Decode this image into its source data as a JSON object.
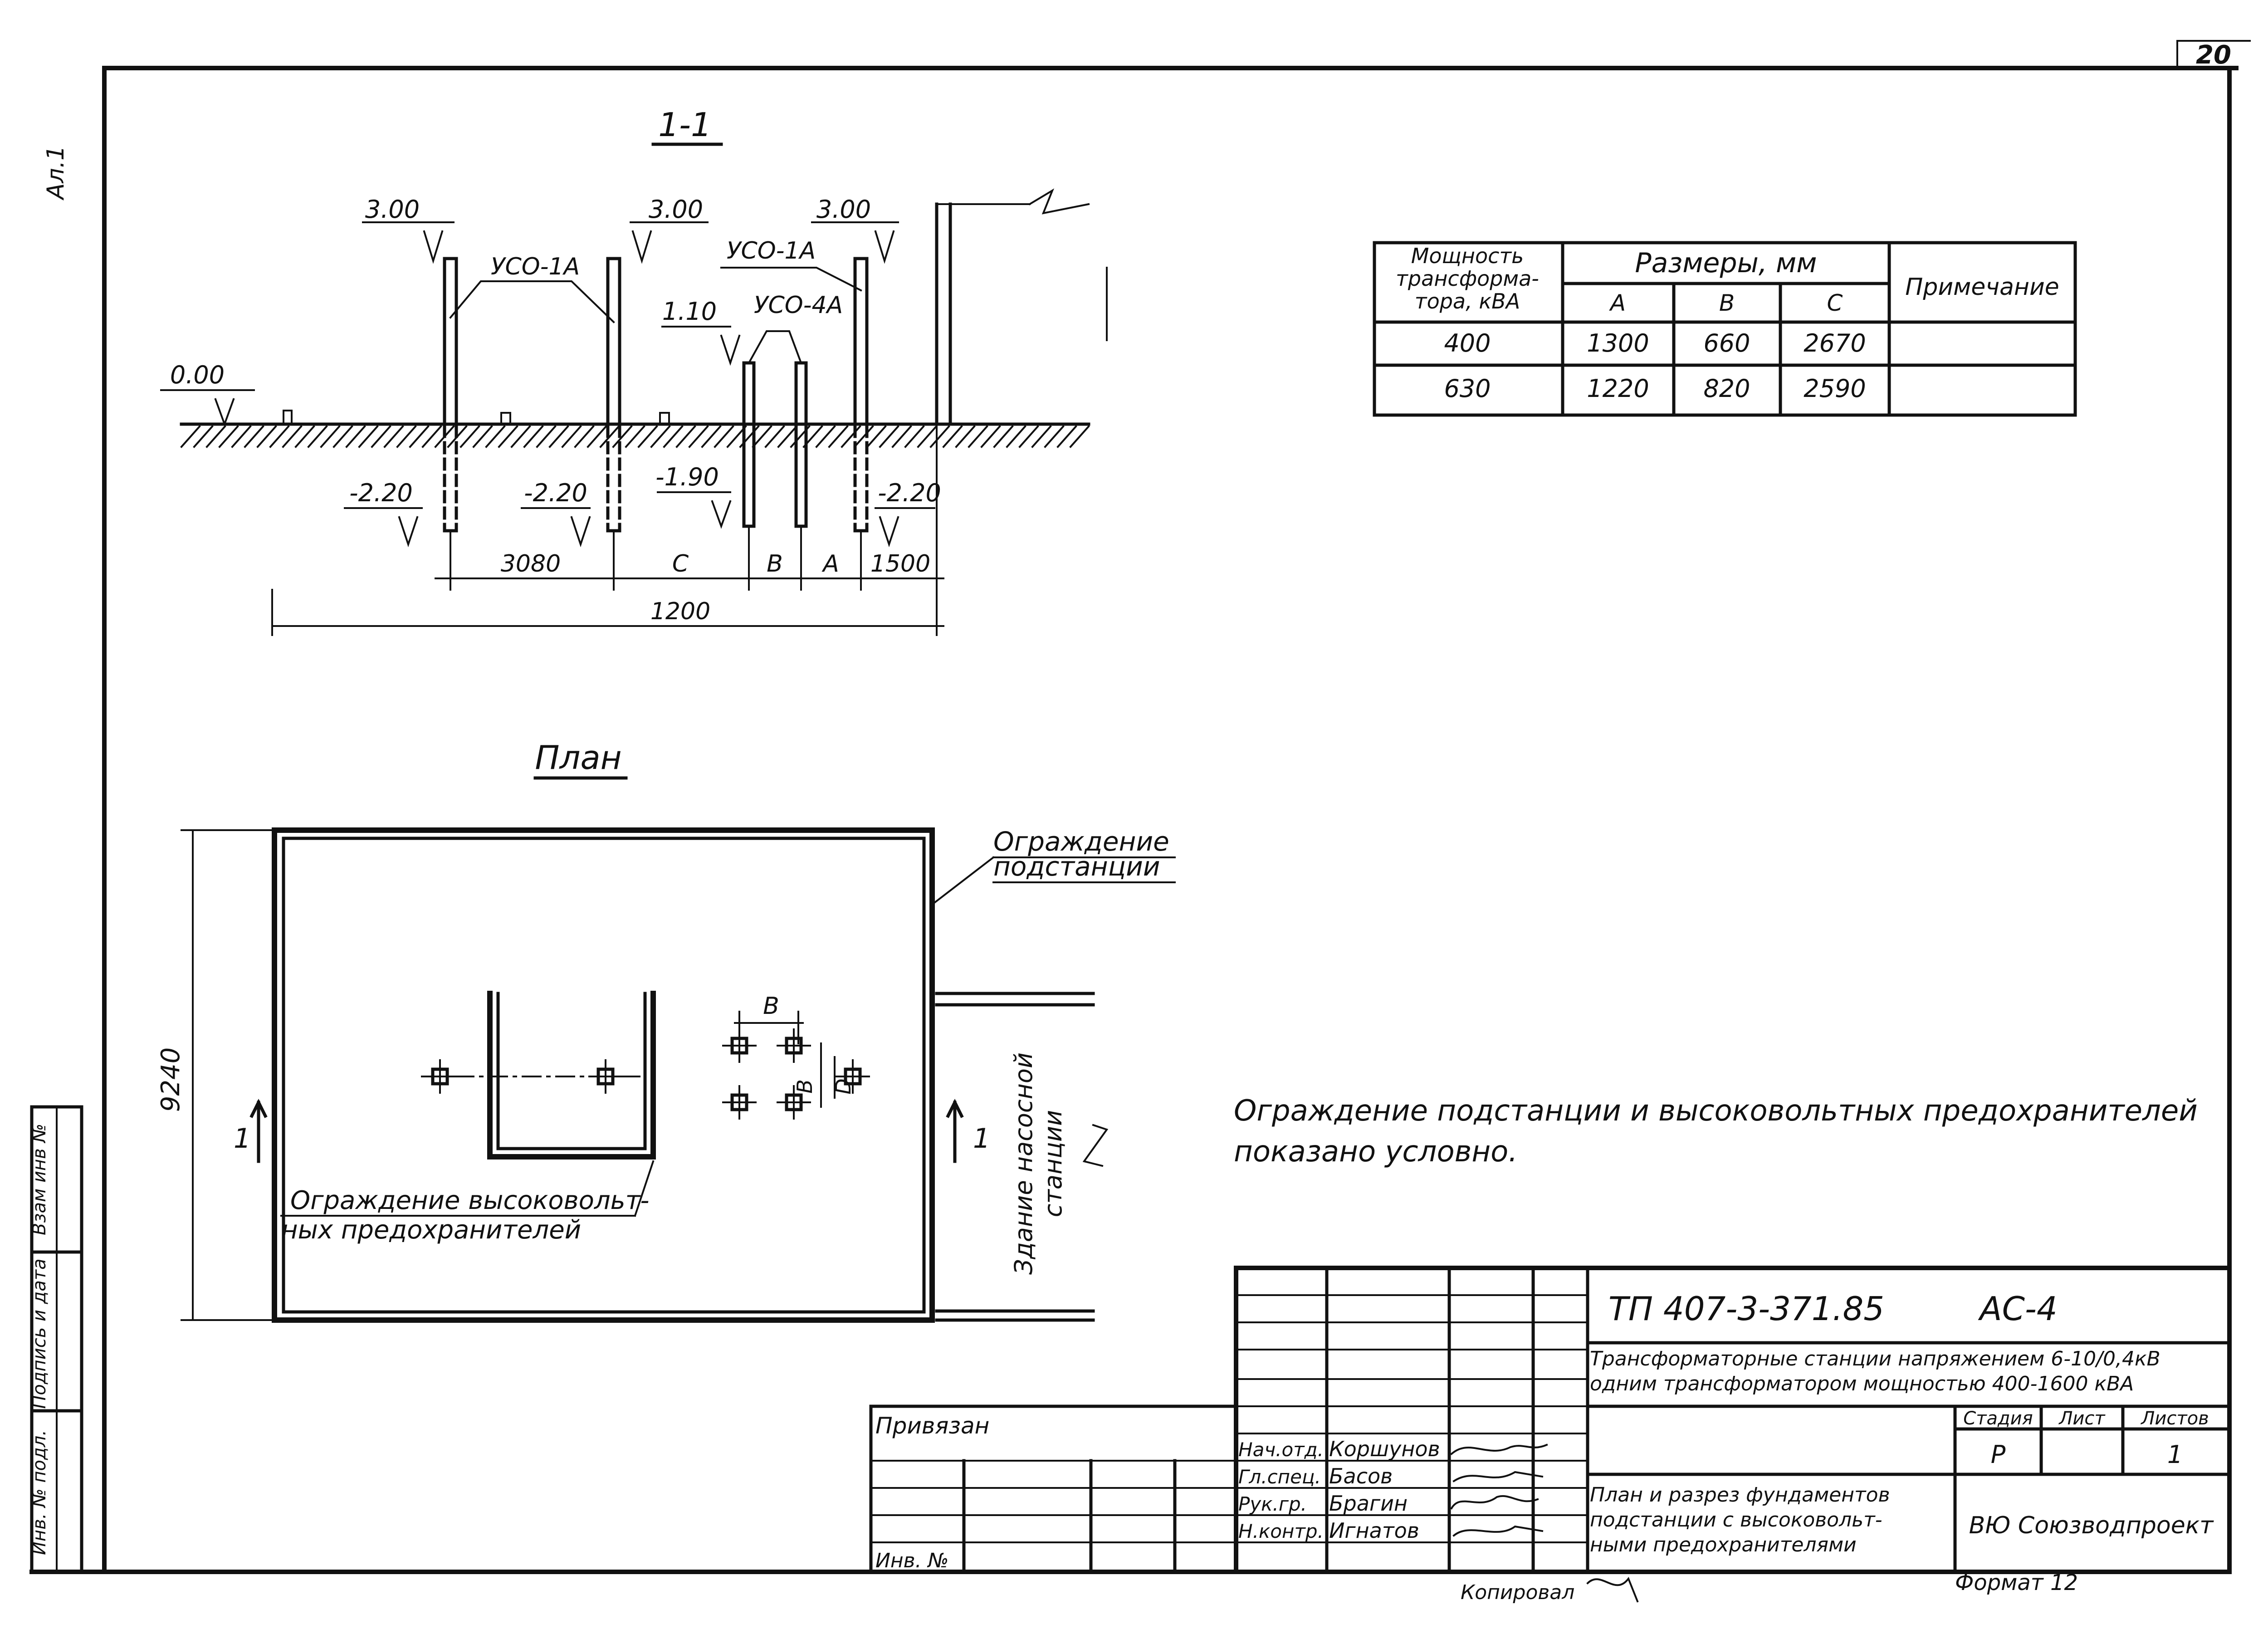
{
  "sheet": {
    "page_number": "20",
    "side_label": "Ал.1",
    "stamp_left_labels": [
      "Инв. № подл.",
      "Подпись и дата",
      "Взам инв №"
    ]
  },
  "section": {
    "title": "1-1",
    "levels": {
      "top_left": "3.00",
      "top_mid": "3.00",
      "top_right": "3.00",
      "ground": "0.00",
      "fuse_top": "1.10",
      "bottom_left": "-2.20",
      "bottom_mid": "-2.20",
      "bottom_fuse": "-1.90",
      "bottom_right": "-2.20"
    },
    "marks": {
      "uso1a_left": "УСО-1А",
      "uso1a_right": "УСО-1А",
      "uso4a": "УСО-4А"
    },
    "dims": {
      "d3080": "3080",
      "dc": "С",
      "db": "В",
      "da": "А",
      "d1500": "1500",
      "d_total": "1200"
    }
  },
  "plan": {
    "title": "План",
    "dim_height": "9240",
    "dim_b_top": "В",
    "dim_b_side": "В",
    "dim_d": "D",
    "section_mark_left": "1",
    "section_mark_right": "1",
    "fence_label_line1": "Ограждение",
    "fence_label_line2": "подстанции",
    "fuse_fence_line1": "Ограждение высоковольт-",
    "fuse_fence_line2": "ных предохранителей",
    "building_line1": "Здание насосной",
    "building_line2": "станции"
  },
  "table": {
    "header_power": [
      "Мощность",
      "трансформа-",
      "тора, кВА"
    ],
    "header_sizes": "Размеры, мм",
    "header_note": "Примечание",
    "subheaders": [
      "А",
      "В",
      "С"
    ],
    "rows": [
      {
        "power": "400",
        "a": "1300",
        "b": "660",
        "c": "2670",
        "note": ""
      },
      {
        "power": "630",
        "a": "1220",
        "b": "820",
        "c": "2590",
        "note": ""
      }
    ]
  },
  "note": {
    "line1": "Ограждение подстанции и высоковольтных предохранителей",
    "line2": "показано условно."
  },
  "title_block": {
    "doc_code": "ТП 407-3-371.85",
    "sheet_code": "АС-4",
    "project_line1": "Трансформаторные станции напряжением 6-10/0,4кВ",
    "project_line2": "одним трансформатором мощностью 400-1600 кВА",
    "privyazan": "Привязан",
    "inv_no": "Инв. №",
    "roles": [
      {
        "role": "Нач.отд.",
        "name": "Коршунов"
      },
      {
        "role": "Гл.спец.",
        "name": "Басов"
      },
      {
        "role": "Рук.гр.",
        "name": "Брагин"
      },
      {
        "role": "Н.контр.",
        "name": "Игнатов"
      }
    ],
    "stage_label": "Стадия",
    "sheet_label": "Лист",
    "sheets_label": "Листов",
    "stage_value": "Р",
    "sheet_value": "",
    "sheets_value": "1",
    "drawing_line1": "План и разрез фундаментов",
    "drawing_line2": "подстанции с высоковольт-",
    "drawing_line3": "ными предохранителями",
    "organization": "ВЮ Союзводпроект",
    "copied": "Копировал",
    "format": "Формат 12"
  }
}
